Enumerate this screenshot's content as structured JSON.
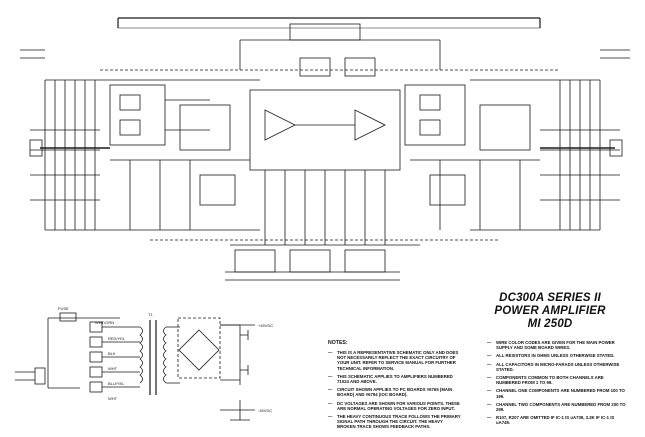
{
  "title": {
    "line1": "DC300A SERIES II",
    "line2": "POWER AMPLIFIER",
    "line3": "MI 250D"
  },
  "notes_heading": "NOTES:",
  "notes_left": [
    "THIS IS A REPRESENTATIVE SCHEMATIC ONLY AND DOES NOT NECESSARILY REFLECT THE EXACT CIRCUITRY OF YOUR UNIT. REFER TO SERVICE MANUAL FOR FURTHER TECHNICAL INFORMATION.",
    "THIS SCHEMATIC APPLIES TO AMPLIFIERS NUMBERED 71024 AND ABOVE.",
    "CIRCUIT SHOWN APPLIES TO PC BOARDS #6765 (MAIN BOARD) AND #6794 (IOC BOARD).",
    "DC VOLTAGES ARE SHOWN FOR VARIOUS POINTS. THESE ARE NORMAL OPERATING VOLTAGES FOR ZERO INPUT.",
    "THE HEAVY CONTINUOUS TRACE FOLLOWS THE PRIMARY SIGNAL PATH THROUGH THE CIRCUIT. THE HEAVY BROKEN TRACE SHOWS FEEDBACK PATHS."
  ],
  "notes_right": [
    "WIRE COLOR CODES ARE GIVEN FOR THE MAIN POWER SUPPLY AND SOME BOARD WIRES.",
    "ALL RESISTORS IN OHMS UNLESS OTHERWISE STATED.",
    "ALL CAPACITORS IN MICRO-FARADS UNLESS OTHERWISE STATED.",
    "COMPONENTS COMMON TO BOTH CHANNELS ARE NUMBERED FROM 1 TO 99.",
    "CHANNEL ONE COMPONENTS ARE NUMBERED FROM 100 TO 199.",
    "CHANNEL TWO COMPONENTS ARE NUMBERED FROM 200 TO 299.",
    "R107, R207 ARE OMITTED IF IC-1 IS uA739, 3.3K IF IC-1 IS uA749."
  ],
  "supply_labels": {
    "wire_1": "WHT/GRN",
    "wire_2": "RED/YEL",
    "wire_3": "BLK",
    "wire_4": "WHT",
    "wire_5": "BLU/YEL",
    "wire_6": "WHT",
    "rail_pos": "+45VDC",
    "rail_neg": "-45VDC",
    "fuse": "FUSE",
    "transformer": "T1"
  }
}
